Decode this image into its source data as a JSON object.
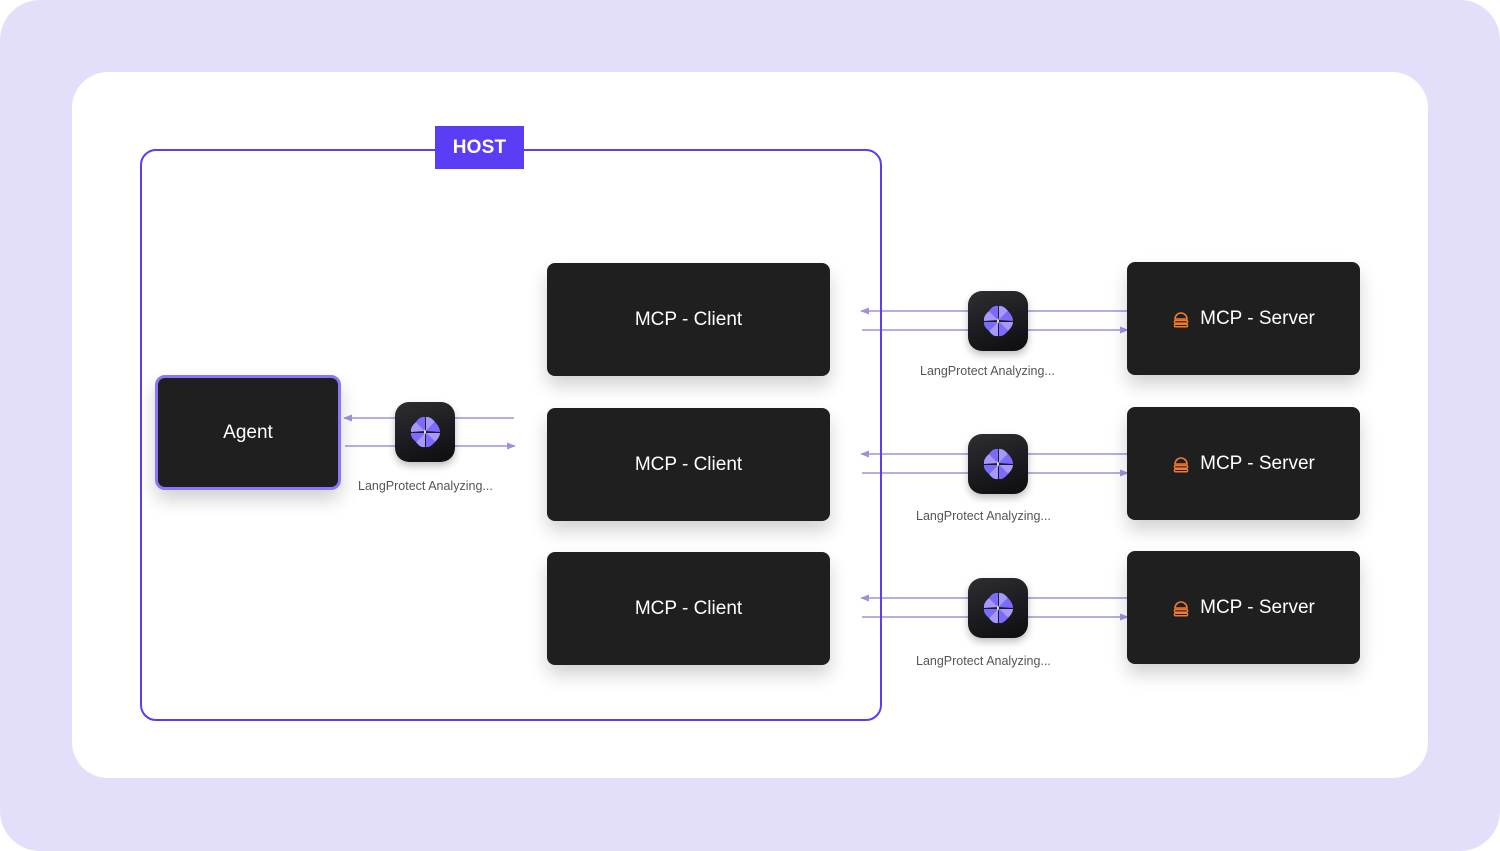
{
  "host_label": "HOST",
  "agent_label": "Agent",
  "client_label": "MCP - Client",
  "server_label": "MCP - Server",
  "analyzer_label": "LangProtect Analyzing...",
  "icons": {
    "analyzer": "langprotect-logo-icon",
    "server": "server-stack-icon"
  },
  "colors": {
    "background": "#e3dffb",
    "accent": "#5b3df5",
    "node": "#1f1f1f",
    "arrow": "#9d94d8",
    "server_icon": "#f07a2a"
  }
}
